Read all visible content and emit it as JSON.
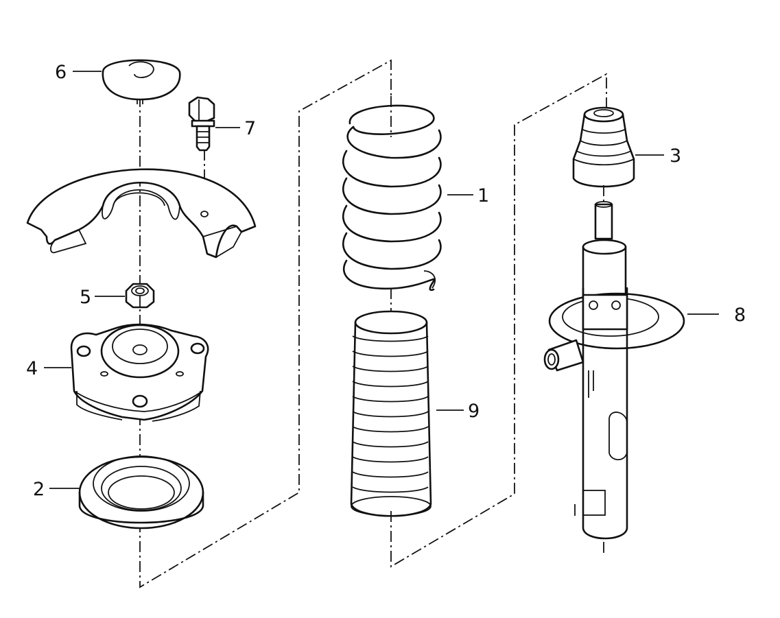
{
  "diagram": {
    "callouts": [
      {
        "id": "1",
        "label": "1"
      },
      {
        "id": "2",
        "label": "2"
      },
      {
        "id": "3",
        "label": "3"
      },
      {
        "id": "4",
        "label": "4"
      },
      {
        "id": "5",
        "label": "5"
      },
      {
        "id": "6",
        "label": "6"
      },
      {
        "id": "7",
        "label": "7"
      },
      {
        "id": "8",
        "label": "8"
      },
      {
        "id": "9",
        "label": "9"
      }
    ],
    "parts": [
      "protective-cap",
      "bolt",
      "spring-shield",
      "hex-nut",
      "strut-mount",
      "bearing-ring",
      "coil-spring",
      "protective-sleeve",
      "bump-stop",
      "shock-absorber"
    ]
  }
}
